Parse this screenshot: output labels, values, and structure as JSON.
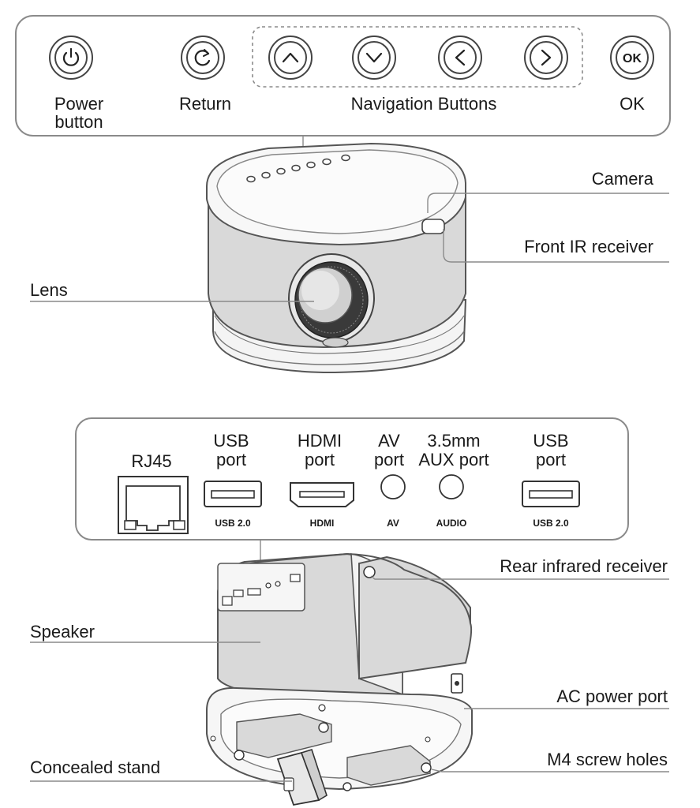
{
  "top_panel": {
    "buttons": [
      {
        "id": "power",
        "label_line1": "Power",
        "label_line2": "button"
      },
      {
        "id": "return",
        "label_line1": "Return"
      },
      {
        "id": "nav_group",
        "label_line1": "Navigation Buttons"
      },
      {
        "id": "ok",
        "label_line1": "OK",
        "glyph": "OK"
      }
    ],
    "icons": [
      "power-icon",
      "return-icon",
      "chevron-up-icon",
      "chevron-down-icon",
      "chevron-left-icon",
      "chevron-right-icon",
      "ok-icon"
    ]
  },
  "front_callouts": {
    "camera": "Camera",
    "front_ir": "Front IR receiver",
    "lens": "Lens"
  },
  "rear_panel": {
    "ports": [
      {
        "id": "rj45",
        "title": "RJ45",
        "sub": ""
      },
      {
        "id": "usb1",
        "title_line1": "USB",
        "title_line2": "port",
        "sub": "USB 2.0"
      },
      {
        "id": "hdmi",
        "title_line1": "HDMI",
        "title_line2": "port",
        "sub": "HDMI"
      },
      {
        "id": "av",
        "title_line1": "AV",
        "title_line2": "port",
        "sub": "AV"
      },
      {
        "id": "aux",
        "title_line1": "3.5mm",
        "title_line2": "AUX port",
        "sub": "AUDIO"
      },
      {
        "id": "usb2",
        "title_line1": "USB",
        "title_line2": "port",
        "sub": "USB 2.0"
      }
    ]
  },
  "rear_callouts": {
    "rear_ir": "Rear infrared receiver",
    "speaker": "Speaker",
    "ac_power": "AC power port",
    "stand": "Concealed stand",
    "screws": "M4 screw holes"
  },
  "colors": {
    "outline": "#555555",
    "panel_border": "#8a8a8a",
    "grille": "#d9d9d9",
    "body": "#f4f4f4",
    "lens_dark": "#3a3a3a",
    "label_plate": "#cfcfcf"
  }
}
